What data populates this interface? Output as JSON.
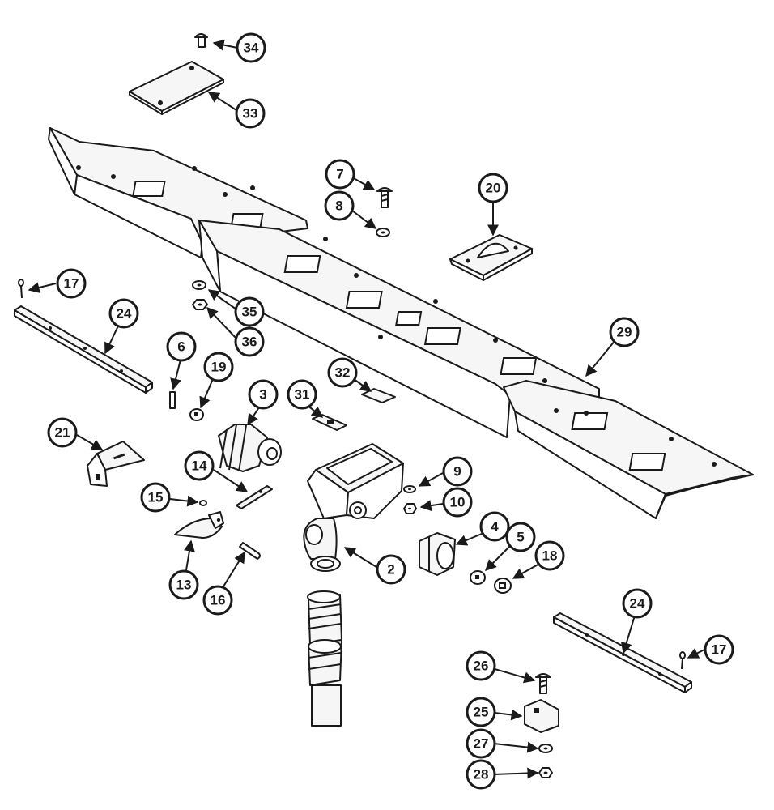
{
  "callouts": [
    {
      "key": "c34",
      "label": "34"
    },
    {
      "key": "c33",
      "label": "33"
    },
    {
      "key": "c7",
      "label": "7"
    },
    {
      "key": "c8",
      "label": "8"
    },
    {
      "key": "c20",
      "label": "20"
    },
    {
      "key": "c17a",
      "label": "17"
    },
    {
      "key": "c24a",
      "label": "24"
    },
    {
      "key": "c35",
      "label": "35"
    },
    {
      "key": "c36",
      "label": "36"
    },
    {
      "key": "c29",
      "label": "29"
    },
    {
      "key": "c6",
      "label": "6"
    },
    {
      "key": "c19",
      "label": "19"
    },
    {
      "key": "c3",
      "label": "3"
    },
    {
      "key": "c31",
      "label": "31"
    },
    {
      "key": "c32",
      "label": "32"
    },
    {
      "key": "c21",
      "label": "21"
    },
    {
      "key": "c14",
      "label": "14"
    },
    {
      "key": "c9",
      "label": "9"
    },
    {
      "key": "c10",
      "label": "10"
    },
    {
      "key": "c15",
      "label": "15"
    },
    {
      "key": "c4",
      "label": "4"
    },
    {
      "key": "c5",
      "label": "5"
    },
    {
      "key": "c18",
      "label": "18"
    },
    {
      "key": "c2",
      "label": "2"
    },
    {
      "key": "c13",
      "label": "13"
    },
    {
      "key": "c16",
      "label": "16"
    },
    {
      "key": "c24b",
      "label": "24"
    },
    {
      "key": "c17b",
      "label": "17"
    },
    {
      "key": "c26",
      "label": "26"
    },
    {
      "key": "c25",
      "label": "25"
    },
    {
      "key": "c27",
      "label": "27"
    },
    {
      "key": "c28",
      "label": "28"
    }
  ]
}
